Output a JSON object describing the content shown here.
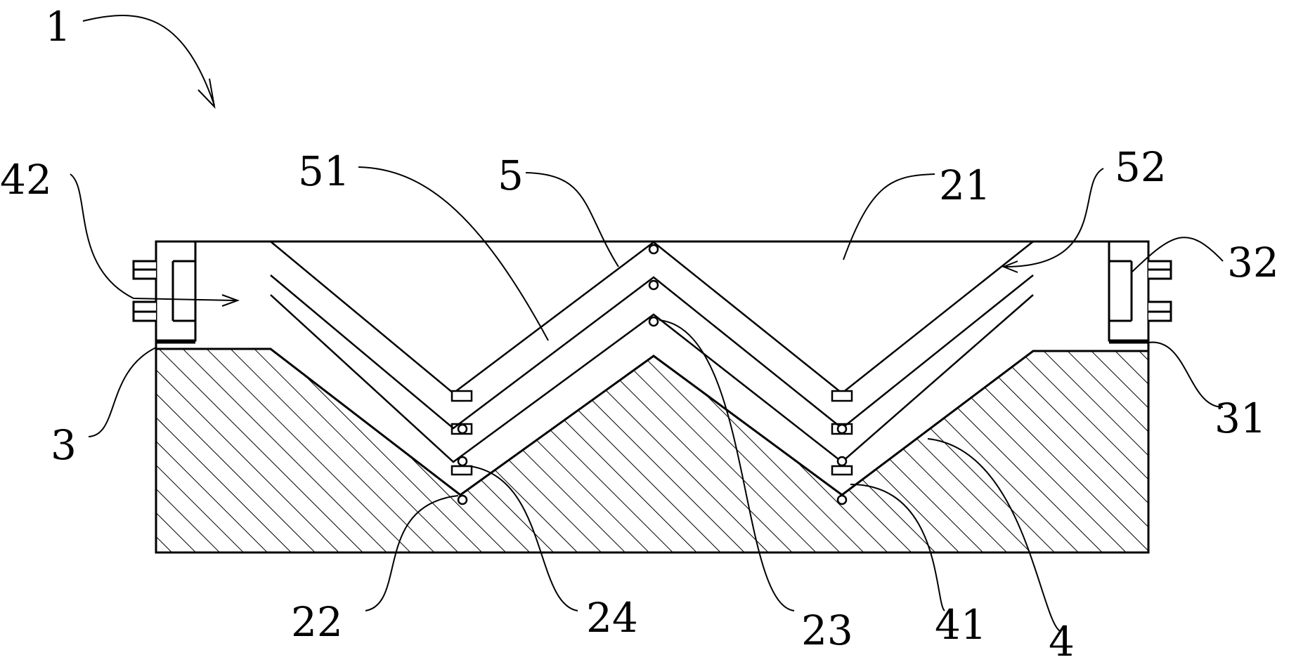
{
  "labels": {
    "l1": "1",
    "l42": "42",
    "l51": "51",
    "l5": "5",
    "l21": "21",
    "l52": "52",
    "l32": "32",
    "l3": "3",
    "l31": "31",
    "l22": "22",
    "l24": "24",
    "l23": "23",
    "l41": "41",
    "l4": "4"
  },
  "colors": {
    "line": "#000000",
    "background": "#ffffff"
  }
}
